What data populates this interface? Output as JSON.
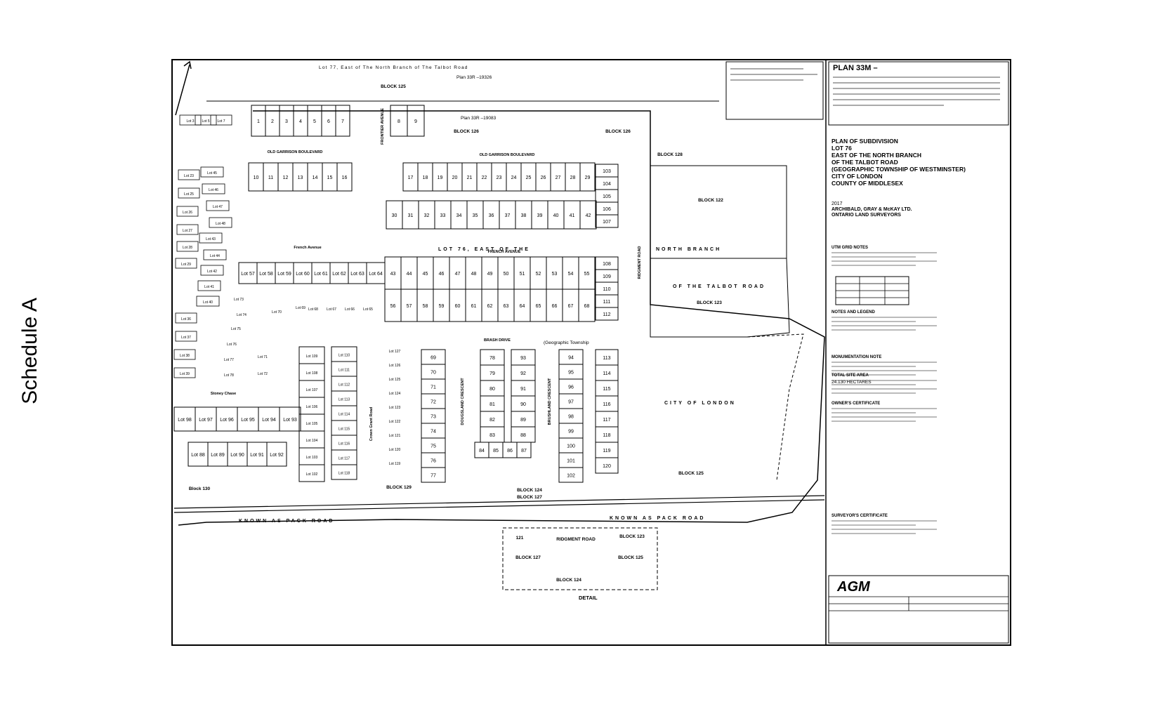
{
  "page": {
    "side_label": "Schedule A"
  },
  "plan": {
    "plan_number": "PLAN 33M –",
    "title_lines": [
      "PLAN OF SUBDIVISION",
      "LOT 76",
      "EAST OF THE NORTH BRANCH",
      "OF THE TALBOT ROAD",
      "(GEOGRAPHIC TOWNSHIP OF WESTMINSTER)",
      "CITY OF LONDON",
      "COUNTY OF MIDDLESEX"
    ],
    "year": "2017",
    "surveyor": "ARCHIBALD, GRAY & McKAY LTD.",
    "surveyor_sub": "ONTARIO LAND SURVEYORS",
    "top_road": "Lot  77,  East  of  The  North  Branch  of  The  Talbot  Road",
    "ref_plan_top": "Plan  33R –19326",
    "ref_plan_a": "Plan 33R –19083",
    "block_labels": [
      "BLOCK 125",
      "BLOCK 126",
      "BLOCK 126",
      "BLOCK 128",
      "BLOCK 122",
      "BLOCK 123",
      "BLOCK 125",
      "BLOCK 124",
      "BLOCK 127",
      "BLOCK 129",
      "Block 130"
    ],
    "street_labels": [
      "OLD GARRISON BOULEVARD",
      "OLD GARRISON BOULEVARD",
      "FRONTIER AVENUE",
      "FRENCH AVENUE",
      "BRASH DRIVE",
      "RIDGMENT ROAD",
      "DOUGSLAND CRESCENT",
      "BRUSHLAND CRESCENT",
      "Crown Grant Road",
      "Stoney Chase",
      "French Avenue"
    ],
    "lot76_line": "LOT  76,  EAST  OF  THE",
    "north_branch": "NORTH   BRANCH",
    "of_talbot": "OF   THE   TALBOT   ROAD",
    "city_label": "CITY   OF   LONDON",
    "known_as": "KNOWN   AS   PACK   ROAD",
    "geographic": "(Geographic  Township",
    "detail_title": "DETAIL",
    "detail_blocks": [
      "121",
      "RIDGMENT ROAD",
      "BLOCK 123",
      "BLOCK 127",
      "BLOCK 125",
      "BLOCK 124"
    ],
    "logo": "AGM",
    "notes_headers": [
      "UTM GRID NOTES",
      "NOTES AND LEGEND",
      "MONUMENTATION NOTE",
      "TOTAL SITE AREA",
      "OWNER'S CERTIFICATE",
      "SURVEYOR'S CERTIFICATE"
    ],
    "site_area": "24.130 HECTARES"
  },
  "lots": {
    "north_row": [
      "1",
      "2",
      "3",
      "4",
      "5",
      "6",
      "7",
      "8",
      "9"
    ],
    "row_a": [
      "10",
      "11",
      "12",
      "13",
      "14",
      "15",
      "16",
      "17",
      "18",
      "19",
      "20",
      "21",
      "22",
      "23",
      "24",
      "25",
      "26",
      "27",
      "28",
      "29"
    ],
    "row_b": [
      "30",
      "31",
      "32",
      "33",
      "34",
      "35",
      "36",
      "37",
      "38",
      "39",
      "40",
      "41",
      "42"
    ],
    "row_c": [
      "43",
      "44",
      "45",
      "46",
      "47",
      "48",
      "49",
      "50",
      "51",
      "52",
      "53",
      "54",
      "55"
    ],
    "row_d": [
      "56",
      "57",
      "58",
      "59",
      "60",
      "61",
      "62",
      "63",
      "64",
      "65",
      "66",
      "67",
      "68"
    ],
    "east_col": [
      "103",
      "104",
      "105",
      "106",
      "107",
      "108",
      "109",
      "110",
      "111",
      "112"
    ],
    "south_c1": [
      "69",
      "70",
      "71",
      "72",
      "73",
      "74",
      "75",
      "76",
      "77"
    ],
    "south_c2": [
      "78",
      "79",
      "80",
      "81",
      "82",
      "83"
    ],
    "south_c3": [
      "93",
      "92",
      "91",
      "90",
      "89",
      "88"
    ],
    "south_c4": [
      "94",
      "95",
      "96",
      "97",
      "98",
      "99",
      "100",
      "101",
      "102"
    ],
    "south_c5": [
      "113",
      "114",
      "115",
      "116",
      "117",
      "118",
      "119",
      "120"
    ],
    "loop_bottom": [
      "84",
      "85",
      "86",
      "87"
    ],
    "west_lots": [
      "Lot 3",
      "Lot 5",
      "Lot 7",
      "Lot 23",
      "Lot 25",
      "Lot 26",
      "Lot 27",
      "Lot 28",
      "Lot 29",
      "Lot 36",
      "Lot 37",
      "Lot 38",
      "Lot 39"
    ],
    "west_inner": [
      "Lot 45",
      "Lot 46",
      "Lot 47",
      "Lot 48",
      "Lot 43",
      "Lot 44",
      "Lot 42",
      "Lot 41",
      "Lot 40"
    ],
    "curve_lots": [
      "Lot 73",
      "Lot 74",
      "Lot 75",
      "Lot 76",
      "Lot 77",
      "Lot 78",
      "Lot 71",
      "Lot 72",
      "Lot 69",
      "Lot 70"
    ],
    "mid_row": [
      "Lot 57",
      "Lot 58",
      "Lot 59",
      "Lot 60",
      "Lot 61",
      "Lot 62",
      "Lot 63",
      "Lot 64"
    ],
    "mid_row2": [
      "Lot 68",
      "Lot 67",
      "Lot 66",
      "Lot 65"
    ],
    "crown_left": [
      "Lot 109",
      "Lot 108",
      "Lot 107",
      "Lot 106",
      "Lot 105",
      "Lot 104",
      "Lot 103",
      "Lot 102"
    ],
    "crown_right": [
      "Lot 110",
      "Lot 111",
      "Lot 112",
      "Lot 113",
      "Lot 114",
      "Lot 115",
      "Lot 116",
      "Lot 117",
      "Lot 118"
    ],
    "sw_top": [
      "Lot 98",
      "Lot 97",
      "Lot 96",
      "Lot 95",
      "Lot 94",
      "Lot 93"
    ],
    "sw_bot": [
      "Lot 88",
      "Lot 89",
      "Lot 90",
      "Lot 91",
      "Lot 92"
    ],
    "sw_south_col": [
      "Lot 127",
      "Lot 126",
      "Lot 125",
      "Lot 124",
      "Lot 123",
      "Lot 122",
      "Lot 121",
      "Lot 120",
      "Lot 119"
    ]
  }
}
